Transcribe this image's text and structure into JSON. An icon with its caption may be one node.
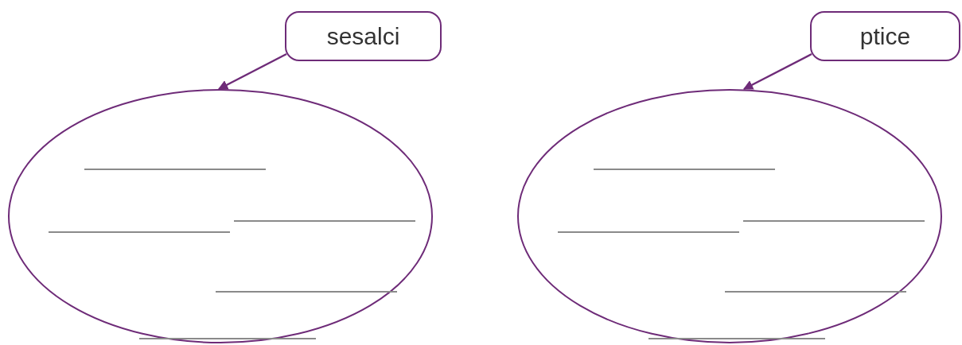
{
  "diagram": {
    "nodes": [
      {
        "text": [
          "sesalci"
        ]
      },
      {
        "text": [],
        "shape": "ellipse"
      },
      {
        "text": [
          "ptice"
        ]
      },
      {
        "text": [],
        "shape": "ellipse"
      }
    ],
    "edges": [
      {
        "from": 0,
        "to": 1,
        "arrow": "to"
      },
      {
        "from": 2,
        "to": 3,
        "arrow": "to"
      }
    ]
  }
}
